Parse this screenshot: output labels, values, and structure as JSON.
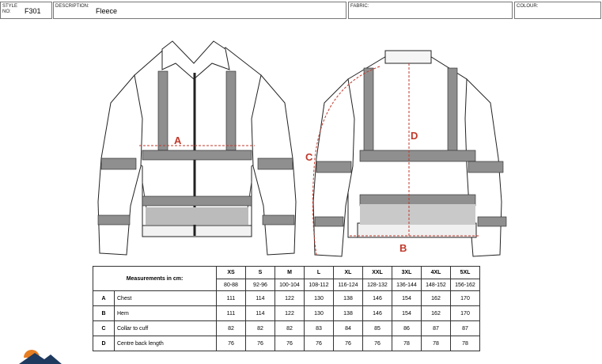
{
  "header": {
    "style_label": "STYLE NO:",
    "style_value": "F301",
    "description_label": "DESCRIPTION:",
    "description_value": "Fleece",
    "fabric_label": "FABRIC:",
    "colour_label": "COLOUR:"
  },
  "markers": {
    "a": "A",
    "b": "B",
    "c": "C",
    "d": "D"
  },
  "table": {
    "title": "Measurements in cm:",
    "sizes": [
      "XS",
      "S",
      "M",
      "L",
      "XL",
      "XXL",
      "3XL",
      "4XL",
      "5XL"
    ],
    "ranges": [
      "80-88",
      "92-96",
      "100-104",
      "108-112",
      "116-124",
      "128-132",
      "136-144",
      "148-152",
      "156-162"
    ],
    "rows": [
      {
        "key": "A",
        "label": "Chest",
        "values": [
          "111",
          "114",
          "122",
          "130",
          "138",
          "146",
          "154",
          "162",
          "170"
        ]
      },
      {
        "key": "B",
        "label": "Hem",
        "values": [
          "111",
          "114",
          "122",
          "130",
          "138",
          "146",
          "154",
          "162",
          "170"
        ]
      },
      {
        "key": "C",
        "label": "Collar to cuff",
        "values": [
          "82",
          "82",
          "82",
          "83",
          "84",
          "85",
          "86",
          "87",
          "87"
        ]
      },
      {
        "key": "D",
        "label": "Centre back length",
        "values": [
          "76",
          "76",
          "76",
          "76",
          "76",
          "76",
          "78",
          "78",
          "78"
        ]
      }
    ]
  },
  "colors": {
    "accent": "#c0392b",
    "logo_orange": "#e67e22",
    "logo_navy": "#1f3a5f"
  }
}
